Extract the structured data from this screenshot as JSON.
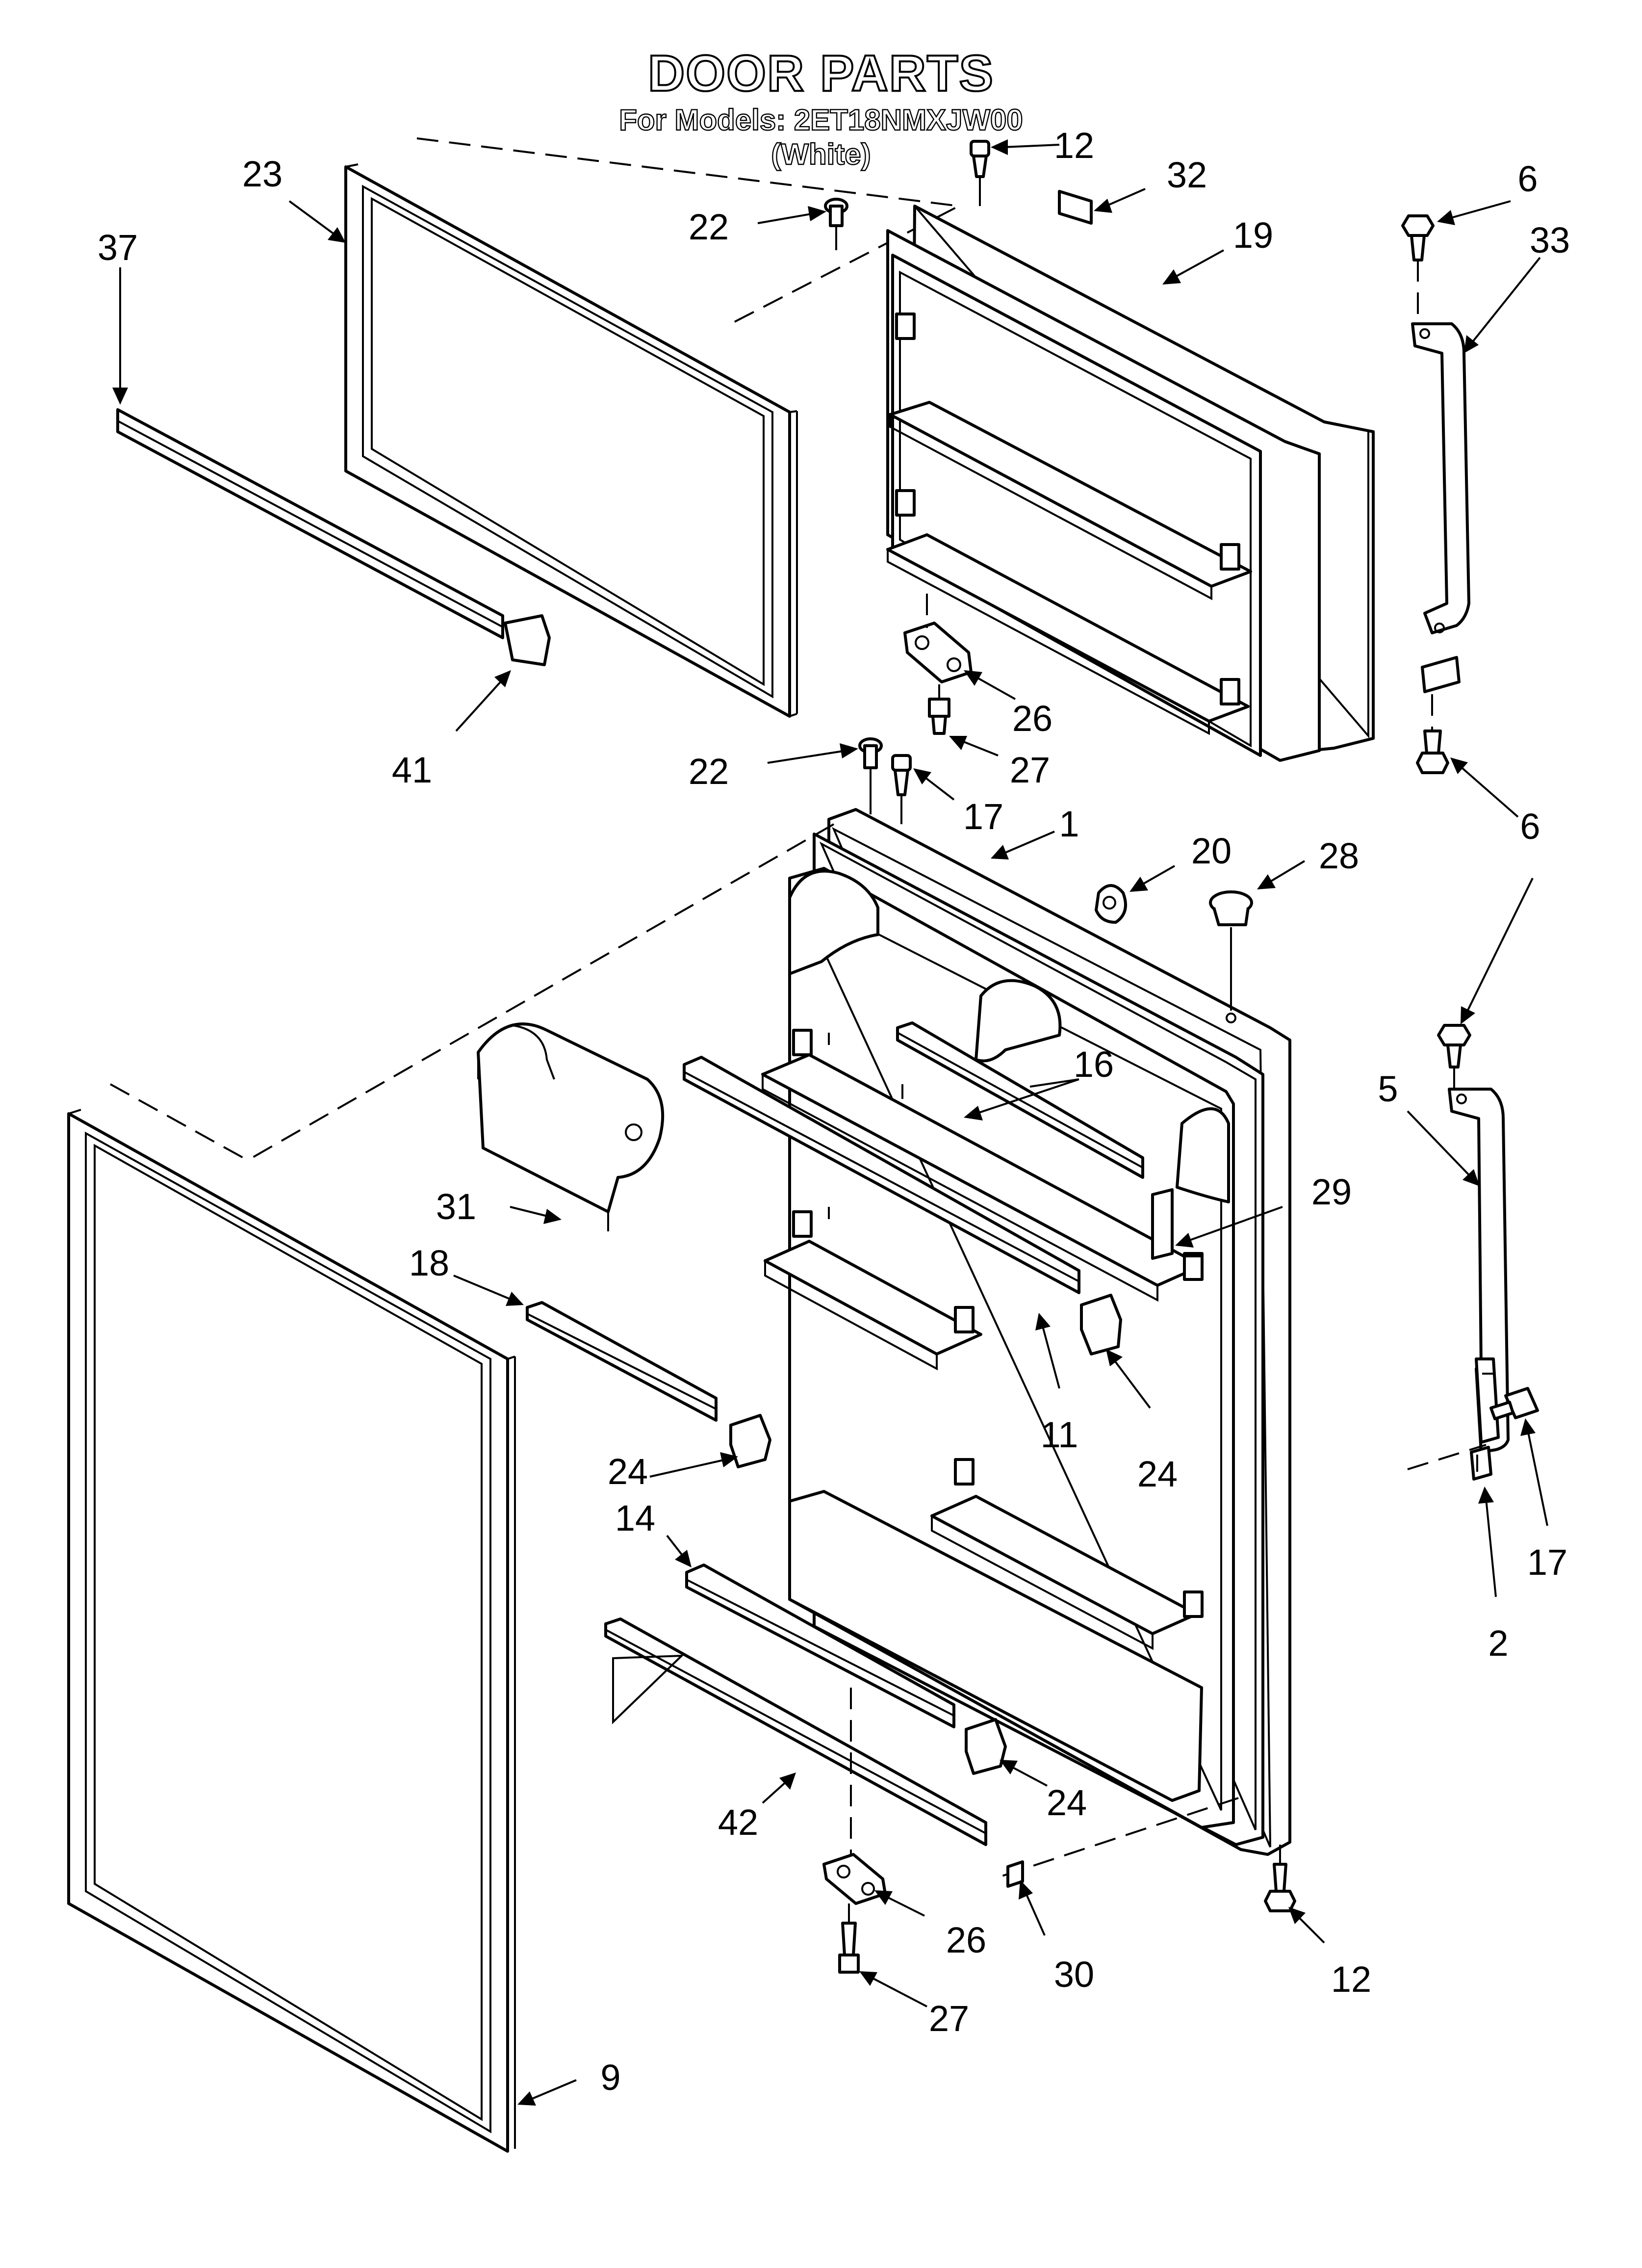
{
  "diagram": {
    "title": "DOOR PARTS",
    "subtitle": "For Models: 2ET18NMXJW00",
    "variant": "(White)"
  },
  "callouts": [
    {
      "id": "c12a",
      "label": "12"
    },
    {
      "id": "c32",
      "label": "32"
    },
    {
      "id": "c22a",
      "label": "22"
    },
    {
      "id": "c23",
      "label": "23"
    },
    {
      "id": "c37",
      "label": "37"
    },
    {
      "id": "c19",
      "label": "19"
    },
    {
      "id": "c6a",
      "label": "6"
    },
    {
      "id": "c33",
      "label": "33"
    },
    {
      "id": "c41",
      "label": "41"
    },
    {
      "id": "c26a",
      "label": "26"
    },
    {
      "id": "c27a",
      "label": "27"
    },
    {
      "id": "c22b",
      "label": "22"
    },
    {
      "id": "c17a",
      "label": "17"
    },
    {
      "id": "c1",
      "label": "1"
    },
    {
      "id": "c20",
      "label": "20"
    },
    {
      "id": "c28",
      "label": "28"
    },
    {
      "id": "c6b",
      "label": "6"
    },
    {
      "id": "c16",
      "label": "16"
    },
    {
      "id": "c5",
      "label": "5"
    },
    {
      "id": "c31",
      "label": "31"
    },
    {
      "id": "c29",
      "label": "29"
    },
    {
      "id": "c18",
      "label": "18"
    },
    {
      "id": "c24a",
      "label": "24"
    },
    {
      "id": "c11",
      "label": "11"
    },
    {
      "id": "c24b",
      "label": "24"
    },
    {
      "id": "c14",
      "label": "14"
    },
    {
      "id": "c17b",
      "label": "17"
    },
    {
      "id": "c2",
      "label": "2"
    },
    {
      "id": "c24c",
      "label": "24"
    },
    {
      "id": "c42",
      "label": "42"
    },
    {
      "id": "c26b",
      "label": "26"
    },
    {
      "id": "c30",
      "label": "30"
    },
    {
      "id": "c12b",
      "label": "12"
    },
    {
      "id": "c27b",
      "label": "27"
    },
    {
      "id": "c9",
      "label": "9"
    }
  ]
}
